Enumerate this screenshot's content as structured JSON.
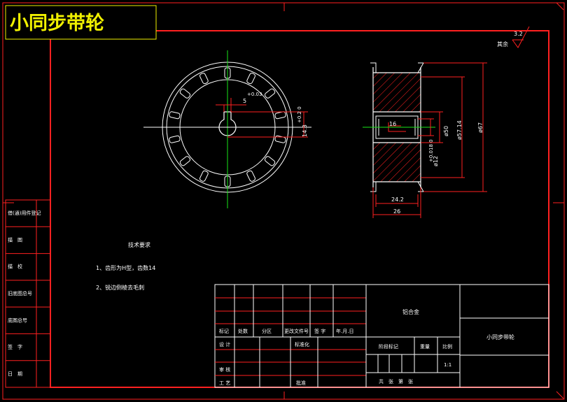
{
  "drawing": {
    "title": "小同步带轮",
    "surface_roughness": {
      "value": "3.2",
      "label": "其余"
    },
    "tech_requirements": {
      "heading": "技术要求",
      "items": [
        "1、齿形为H型，齿数14",
        "2、锐边倒棱去毛刺"
      ]
    },
    "front_view": {
      "key_width": "5",
      "key_width_tol": "+0.03",
      "key_depth": "14.3",
      "key_depth_tol": "+0.2 0"
    },
    "side_view": {
      "hatch_label": "16",
      "bore": "ø12",
      "bore_tol": "+0.018 0",
      "hub_dia": "ø50",
      "pitch_dia": "ø57.14",
      "outer_dia": "ø67",
      "tooth_width": "24.2",
      "total_width": "26"
    },
    "left_strip": [
      "借(通)用件登记",
      "描　图",
      "描　校",
      "旧底图总号",
      "底图总号",
      "签　字",
      "日　期"
    ],
    "title_block": {
      "material": "铝合金",
      "part_name": "小同步带轮",
      "rev_headers": [
        "标记",
        "处数",
        "分区",
        "更改文件号",
        "签 字",
        "年.月.日"
      ],
      "design_label": "设 计",
      "standard_label": "标准化",
      "review_label": "审 核",
      "process_label": "工 艺",
      "approve_label": "批准",
      "stage_label": "阶段标记",
      "weight_label": "重量",
      "scale_label": "比例",
      "scale_value": "1:1",
      "sheets_label": "共　张　第　张"
    },
    "colors": {
      "frame": "#ff2020",
      "lines": "#ffffff",
      "centerline": "#19e619",
      "title": "#f0f000"
    }
  }
}
